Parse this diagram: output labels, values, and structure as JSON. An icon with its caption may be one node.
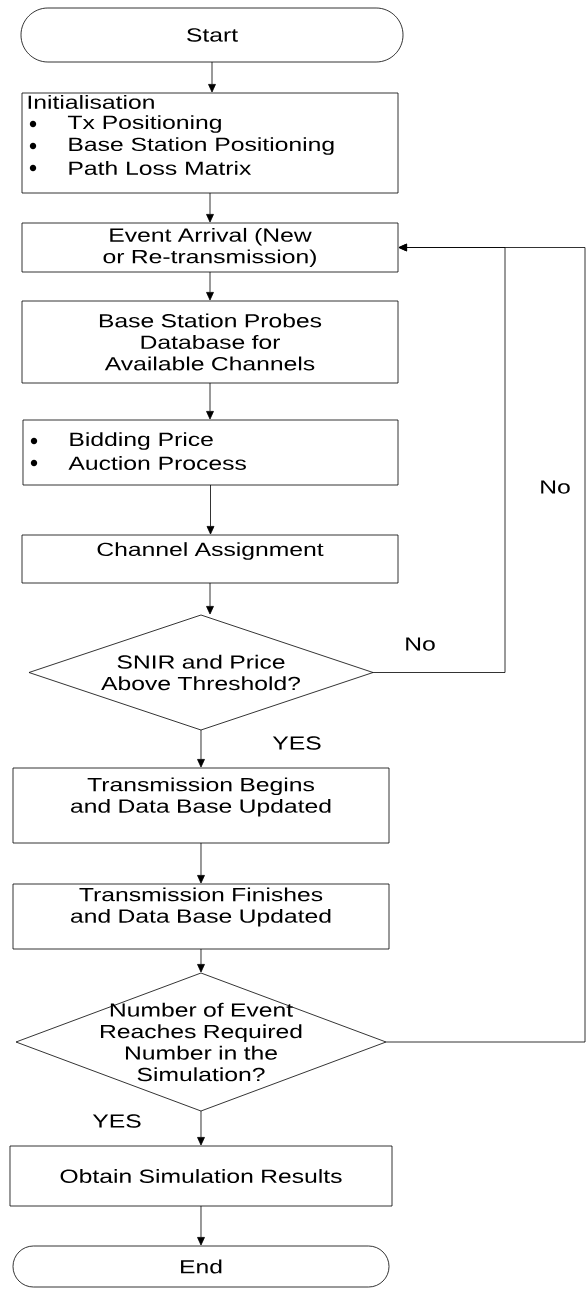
{
  "diagram": {
    "nodes": [
      {
        "text": [
          "Start"
        ]
      },
      {
        "text": [
          "Initialisation",
          "Tx Positioning",
          "Base Station Positioning",
          "Path Loss Matrix"
        ]
      },
      {
        "text": [
          "Event Arrival (New or Re-transmission)"
        ]
      },
      {
        "text": [
          "Base Station Probes Database for Available Channels"
        ]
      },
      {
        "text": [
          "Bidding Price",
          "Auction Process"
        ]
      },
      {
        "text": [
          "Channel Assignment"
        ]
      },
      {
        "text": [
          "SNIR and Price Above Threshold?"
        ]
      },
      {
        "text": [
          "Transmission Begins and Data Base Updated"
        ]
      },
      {
        "text": [
          "Transmission Finishes and Data Base Updated"
        ]
      },
      {
        "text": [
          "Number of Event Reaches Required Number in the Simulation?"
        ]
      },
      {
        "text": [
          "Obtain Simulation Results"
        ]
      },
      {
        "text": [
          "End"
        ]
      }
    ],
    "edges": [
      {
        "from": 0,
        "to": 1,
        "arrow": "to"
      },
      {
        "from": 1,
        "to": 2,
        "arrow": "to"
      },
      {
        "from": 2,
        "to": 3,
        "arrow": "to"
      },
      {
        "from": 3,
        "to": 4,
        "arrow": "to"
      },
      {
        "from": 4,
        "to": 5,
        "arrow": "to"
      },
      {
        "from": 5,
        "to": 6,
        "arrow": "to"
      },
      {
        "from": 6,
        "to": 2,
        "arrow": "to",
        "label": "No"
      },
      {
        "from": 6,
        "to": 7,
        "arrow": "to",
        "label": "YES"
      },
      {
        "from": 7,
        "to": 8,
        "arrow": "to"
      },
      {
        "from": 8,
        "to": 9,
        "arrow": "to"
      },
      {
        "from": 9,
        "to": 2,
        "arrow": "to",
        "label": "No"
      },
      {
        "from": 9,
        "to": 10,
        "arrow": "to",
        "label": "YES"
      },
      {
        "from": 10,
        "to": 11,
        "arrow": "to"
      }
    ]
  }
}
